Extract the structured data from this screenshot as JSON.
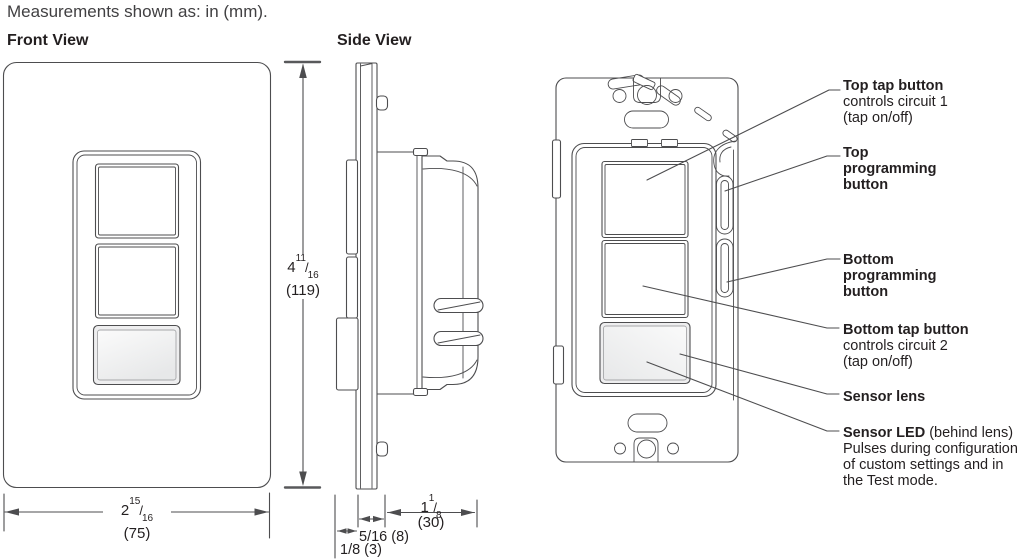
{
  "colors": {
    "line": "#4d4d4f",
    "text": "#231f20",
    "note_text": "#414042",
    "lens_fill_light": "#fbfbfb",
    "lens_fill_dark": "#e7e8e9",
    "background": "#ffffff"
  },
  "header": {
    "note": "Measurements shown as: in (mm).",
    "front_view": "Front View",
    "side_view": "Side View"
  },
  "dimensions": {
    "frac_slash": "/",
    "height": {
      "whole": "4",
      "numerator": "11",
      "denominator": "16",
      "mm": "(119)"
    },
    "width": {
      "whole": "2",
      "numerator": "15",
      "denominator": "16",
      "mm": "(75)"
    },
    "depth": {
      "whole": "1",
      "numerator": "1",
      "denominator": "8",
      "mm": "(30)"
    },
    "plate_gap": "5/16 (8)",
    "plate_thickness": "1/8 (3)"
  },
  "callouts": {
    "top_tap": {
      "title": "Top tap button",
      "line1": "controls circuit 1",
      "line2": "(tap on/off)"
    },
    "top_programming": {
      "line1": "Top",
      "line2": "programming",
      "line3": "button"
    },
    "bottom_programming": {
      "line1": "Bottom",
      "line2": "programming",
      "line3": "button"
    },
    "bottom_tap": {
      "title": "Bottom tap button",
      "line1": "controls circuit 2",
      "line2": "(tap on/off)"
    },
    "sensor_lens": {
      "title": "Sensor lens"
    },
    "sensor_led": {
      "title": "Sensor LED",
      "title_suffix": " (behind lens)",
      "line1": "Pulses during configuration",
      "line2": "of custom settings and in",
      "line3": "the Test mode."
    }
  }
}
